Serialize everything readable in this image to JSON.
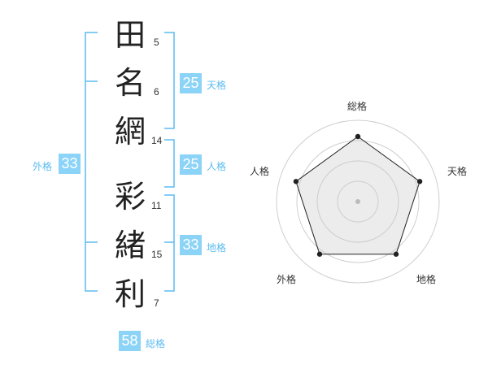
{
  "name": {
    "characters": [
      {
        "kanji": "田",
        "strokes": "5"
      },
      {
        "kanji": "名",
        "strokes": "6"
      },
      {
        "kanji": "網",
        "strokes": "14"
      },
      {
        "kanji": "彩",
        "strokes": "11"
      },
      {
        "kanji": "緒",
        "strokes": "15"
      },
      {
        "kanji": "利",
        "strokes": "7"
      }
    ]
  },
  "fortunes": {
    "tenkaku": {
      "value": "25",
      "label": "天格"
    },
    "jinkaku": {
      "value": "25",
      "label": "人格"
    },
    "chikaku": {
      "value": "33",
      "label": "地格"
    },
    "gaikaku": {
      "value": "33",
      "label": "外格"
    },
    "soukaku": {
      "value": "58",
      "label": "総格"
    }
  },
  "colors": {
    "accent": "#8bd3f7",
    "accent_text": "#5cbcf0",
    "bracket": "#5cbcf0"
  },
  "chart_data": {
    "type": "radar",
    "axes": [
      "総格",
      "天格",
      "地格",
      "外格",
      "人格"
    ],
    "rings": 4,
    "values": [
      0.8,
      0.8,
      0.8,
      0.8,
      0.8
    ],
    "range": [
      0,
      1
    ]
  }
}
